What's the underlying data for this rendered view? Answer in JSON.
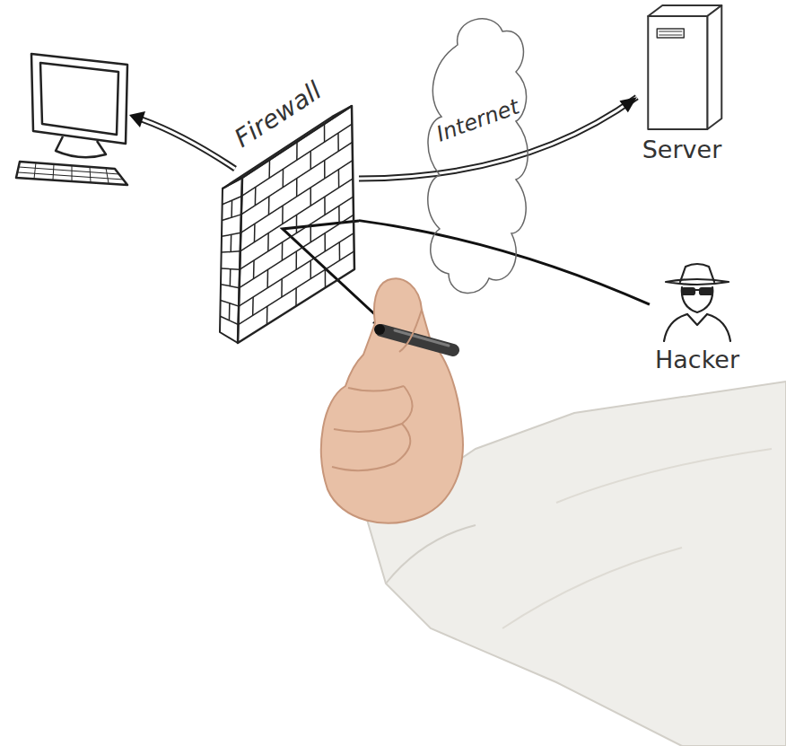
{
  "diagram": {
    "nodes": [
      {
        "text": [
          "Firewall"
        ]
      },
      {
        "text": [
          "Internet"
        ]
      },
      {
        "text": [
          "Server"
        ]
      },
      {
        "text": [
          "Hacker"
        ]
      }
    ],
    "edges": [
      {
        "from": 0,
        "to": 2,
        "arrow": "to"
      },
      {
        "from": 3,
        "to": 0,
        "arrow": "none"
      }
    ]
  }
}
